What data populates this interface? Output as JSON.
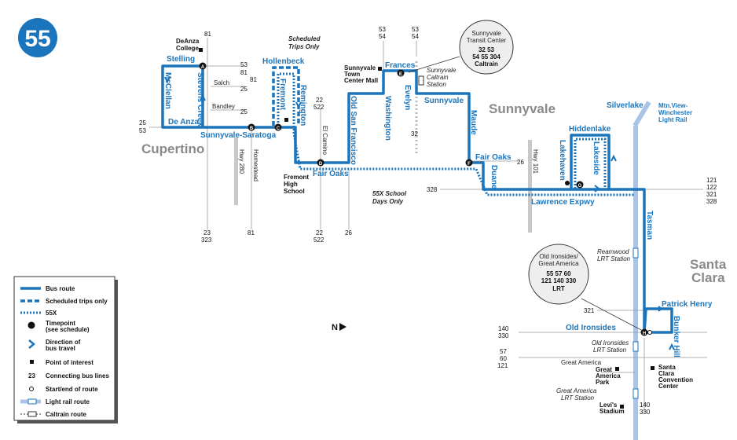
{
  "route": {
    "number": "55"
  },
  "cities": {
    "cupertino": "Cupertino",
    "sunnyvale": "Sunnyvale",
    "santa_clara_1": "Santa",
    "santa_clara_2": "Clara"
  },
  "streets": {
    "stelling": "Stelling",
    "mcclellan": "McClellan",
    "stevens_creek": "Stevens Creek",
    "de_anza": "De Anza",
    "sunnyvale_saratoga": "Sunnyvale-Saratoga",
    "hollenbeck": "Hollenbeck",
    "remington": "Remington",
    "fremont": "Fremont",
    "fair_oaks_1": "Fair Oaks",
    "old_san_francisco": "Old San Francisco",
    "frances": "Frances",
    "washington": "Washington",
    "evelyn": "Evelyn",
    "sunnyvale": "Sunnyvale",
    "maude": "Maude",
    "fair_oaks_2": "Fair Oaks",
    "duane": "Duane",
    "lawrence_expwy": "Lawrence Expwy",
    "hiddenlake": "Hiddenlake",
    "silverlake": "Silverlake",
    "lakehaven": "Lakehaven",
    "lakeside": "Lakeside",
    "tasman": "Tasman",
    "patrick_henry": "Patrick Henry",
    "bunker_hill": "Bunker Hill",
    "old_ironsides": "Old Ironsides"
  },
  "minor_streets": {
    "salch": "Salch",
    "bandley": "Bandley",
    "el_camino": "El Camino",
    "homestead": "Homestead",
    "hwy_280": "Hwy 280",
    "hwy_101": "Hwy 101",
    "great_america": "Great America"
  },
  "notes": {
    "scheduled_1": "Scheduled",
    "scheduled_2": "Trips Only",
    "school_1": "55X School",
    "school_2": "Days Only"
  },
  "pois": {
    "deanza_1": "DeAnza",
    "deanza_2": "College",
    "fremont_1": "Fremont",
    "fremont_2": "High",
    "fremont_3": "School",
    "mall_1": "Sunnyvale",
    "mall_2": "Town",
    "mall_3": "Center Mall",
    "caltrain_1": "Sunnyvale",
    "caltrain_2": "Caltrain",
    "caltrain_3": "Station",
    "ga_park_1": "Great",
    "ga_park_2": "America",
    "ga_park_3": "Park",
    "sc_cc_1": "Santa",
    "sc_cc_2": "Clara",
    "sc_cc_3": "Convention",
    "sc_cc_4": "Center",
    "levis_1": "Levi's",
    "levis_2": "Stadium",
    "reamwood_1": "Reamwood",
    "reamwood_2": "LRT Station",
    "oi_lrt_1": "Old Ironsides",
    "oi_lrt_2": "LRT Station",
    "ga_lrt_1": "Great America",
    "ga_lrt_2": "LRT Station",
    "mtview_1": "Mtn.View-",
    "mtview_2": "Winchester",
    "mtview_3": "Light Rail"
  },
  "transit_centers": {
    "sunnyvale": {
      "title_1": "Sunnyvale",
      "title_2": "Transit Center",
      "row1": "32   53",
      "row2": "54   55   304",
      "row3": "Caltrain"
    },
    "old_ironsides": {
      "title_1": "Old Ironsides/",
      "title_2": "Great America",
      "row1": "55    57    60",
      "row2": "121   140   330",
      "row3": "LRT"
    }
  },
  "connecting_lines": {
    "b81_top": "81",
    "b53_a": "53",
    "b81_b": "81",
    "b25_a": "25",
    "b81_c": "81",
    "b25_b": "25",
    "b25_left": "25",
    "b53_left": "53",
    "b22_top": "22",
    "b522_top": "522",
    "b53_f1": "53",
    "b54_f1": "54",
    "b53_f2": "53",
    "b54_f2": "54",
    "b32": "32",
    "b26": "26",
    "b328": "328",
    "b121": "121",
    "b122": "122",
    "b321": "321",
    "b328r": "328",
    "b23": "23",
    "b323": "323",
    "b81_bot": "81",
    "b22_bot": "22",
    "b522_bot": "522",
    "b26_bot": "26",
    "b321_pb": "321",
    "b140_oi": "140",
    "b330_oi": "330",
    "b57": "57",
    "b60": "60",
    "b121_ga": "121",
    "b140_bot": "140",
    "b330_bot": "330"
  },
  "timepoints": {
    "a": "A",
    "b": "B",
    "c": "C",
    "d": "D",
    "e": "E",
    "f": "F",
    "g": "G",
    "h": "H"
  },
  "north_arrow": {
    "label": "N"
  },
  "legend": {
    "bus_route": "Bus route",
    "scheduled": "Scheduled trips only",
    "x55": "55X",
    "timepoint_1": "Timepoint",
    "timepoint_2": "(see schedule)",
    "direction_1": "Direction of",
    "direction_2": "bus travel",
    "poi": "Point of interest",
    "conn_num": "23",
    "conn": "Connecting bus lines",
    "start_end": "Start/end of route",
    "light_rail": "Light rail route",
    "caltrain": "Caltrain route"
  },
  "colors": {
    "route": "#1b75bc",
    "highway": "#c8c8c8",
    "light_rail": "#a9c4e4",
    "city": "#8a8a8a"
  }
}
